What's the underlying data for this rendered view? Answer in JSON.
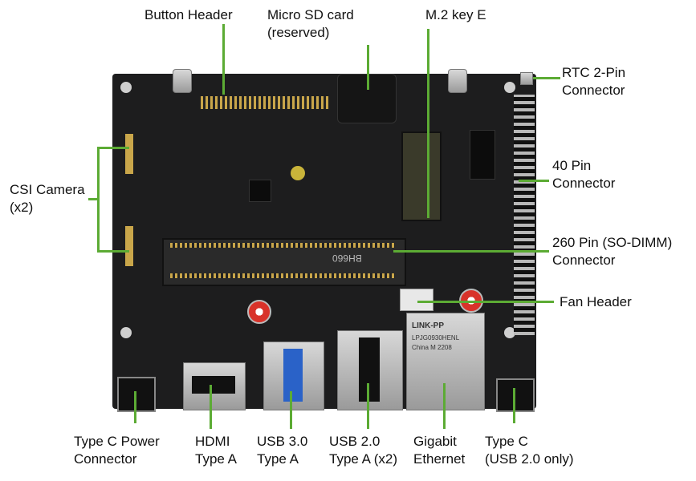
{
  "labels": {
    "button_header": "Button Header",
    "micro_sd": [
      "Micro SD card",
      "(reserved)"
    ],
    "m2": "M.2 key E",
    "rtc": [
      "RTC 2-Pin",
      "Connector"
    ],
    "pin40": [
      "40 Pin",
      "Connector"
    ],
    "sodimm": [
      "260 Pin (SO-DIMM)",
      "Connector"
    ],
    "fan": "Fan Header",
    "csi": [
      "CSI Camera",
      "(x2)"
    ],
    "typec_power": [
      "Type C Power",
      "Connector"
    ],
    "hdmi": [
      "HDMI",
      "Type A"
    ],
    "usb3": [
      "USB 3.0",
      "Type A"
    ],
    "usb2": [
      "USB 2.0",
      "Type A (x2)"
    ],
    "ethernet": [
      "Gigabit",
      "Ethernet"
    ],
    "typec": [
      "Type C",
      "(USB 2.0 only)"
    ]
  },
  "board_text": {
    "sodimm_marking": "BH660",
    "ethernet_brand": "LINK-PP",
    "ethernet_model": "LPJG0930HENL",
    "ethernet_origin": "China M 2208"
  },
  "colors": {
    "leader_line": "#5cab34",
    "board": "#1d1d1e"
  }
}
